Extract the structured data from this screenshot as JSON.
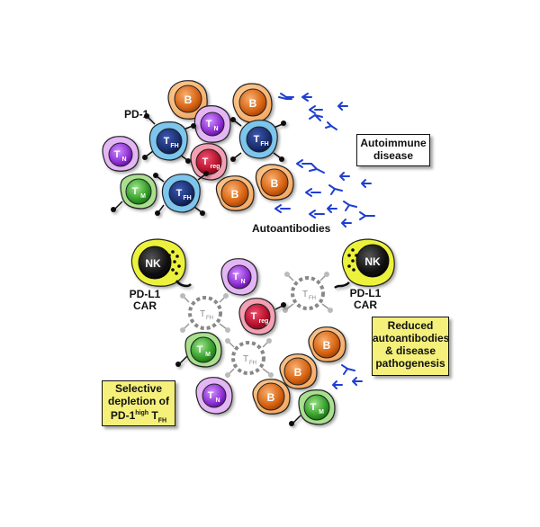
{
  "labels": {
    "pd1": "PD-1",
    "autoantibodies": "Autoantibodies",
    "car_left_1": "PD-L1",
    "car_left_2": "CAR",
    "car_right_1": "PD-L1",
    "car_right_2": "CAR"
  },
  "boxes": {
    "autoimmune": [
      "Autoimmune",
      "disease"
    ],
    "reduced": [
      "Reduced",
      "autoantibodies",
      "& disease",
      "pathogenesis"
    ],
    "selective_1": "Selective",
    "selective_2": "depletion of",
    "selective_3_main": "PD-1",
    "selective_3_sup": "high",
    "selective_3_t": " T",
    "selective_3_sub": "FH"
  },
  "cell_labels": {
    "b": "B",
    "t": "T",
    "n": "N",
    "m": "M",
    "fh": "FH",
    "reg": "reg",
    "nk": "NK"
  },
  "colors": {
    "b_cell": "#d4600f",
    "b_cell_light": "#f0a060",
    "tn_cell": "#8a2bd1",
    "tn_cell_light": "#d9a8f0",
    "tm_cell": "#2f9a25",
    "tm_cell_light": "#a4e28a",
    "tfh_cell": "#1a2e6e",
    "tfh_cell_light": "#6ec0ea",
    "treg_cell": "#b5102a",
    "treg_cell_light": "#f090a8",
    "nk_cell": "#111111",
    "nk_cell_light": "#ecf23a",
    "antibody": "#1f3fd0",
    "box_yellow": "#f4f07a",
    "dead_cell": "#9a9a9a"
  }
}
